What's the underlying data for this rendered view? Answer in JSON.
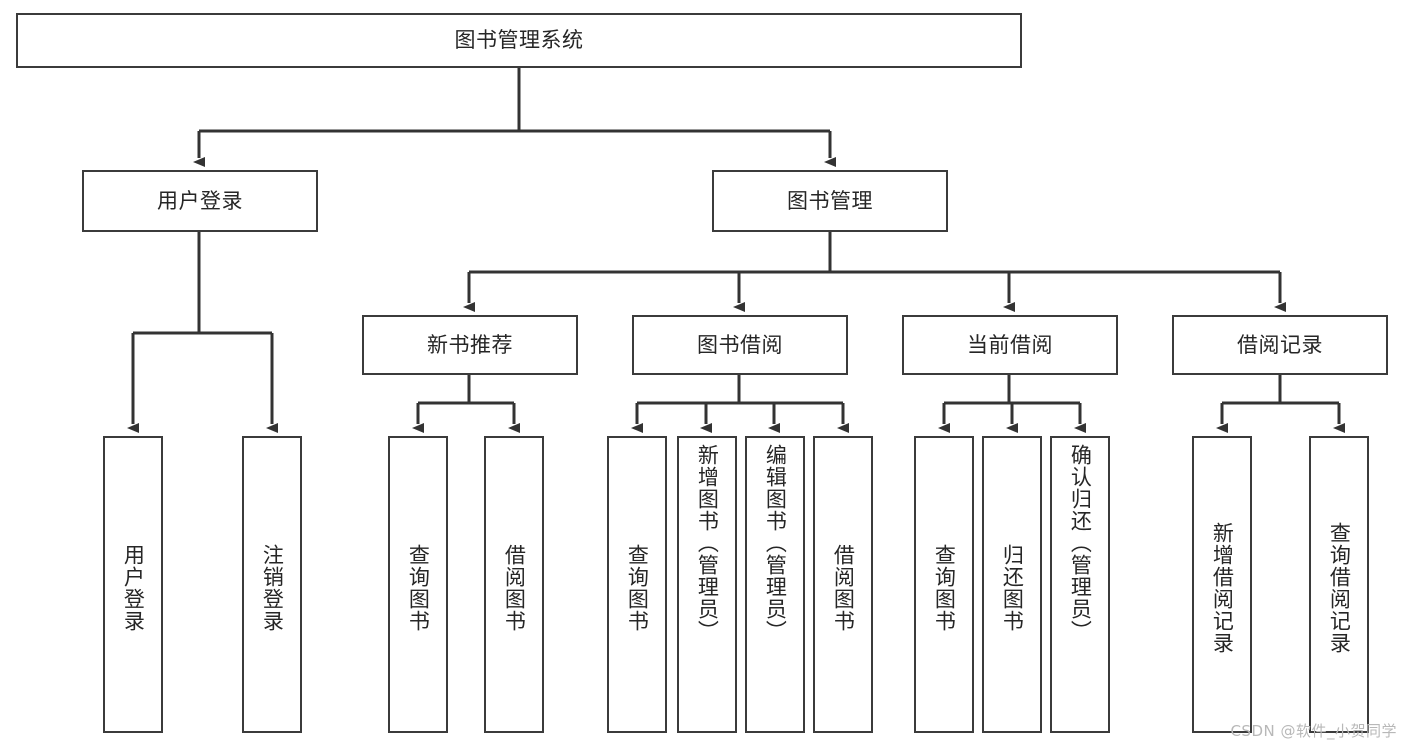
{
  "diagram": {
    "title": "图书管理系统",
    "type": "tree-hierarchy",
    "watermark": "CSDN @软件_小贺同学",
    "colors": {
      "box_border": "#3b3b3b",
      "box_fill": "#ffffff",
      "connector": "#333333",
      "text": "#262626",
      "watermark": "#b8b8b8"
    },
    "levels": {
      "level1": [
        {
          "id": "root",
          "label": "图书管理系统",
          "orientation": "horizontal"
        }
      ],
      "level2": [
        {
          "id": "user-login",
          "label": "用户登录",
          "orientation": "horizontal"
        },
        {
          "id": "book-manage",
          "label": "图书管理",
          "orientation": "horizontal"
        }
      ],
      "level3": [
        {
          "id": "new-book-recommend",
          "label": "新书推荐",
          "orientation": "horizontal"
        },
        {
          "id": "book-borrow",
          "label": "图书借阅",
          "orientation": "horizontal"
        },
        {
          "id": "current-borrow",
          "label": "当前借阅",
          "orientation": "horizontal"
        },
        {
          "id": "borrow-record",
          "label": "借阅记录",
          "orientation": "horizontal"
        }
      ],
      "leaves": [
        {
          "id": "leaf-user-login",
          "label": "用户登录",
          "parent": "user-login",
          "orientation": "vertical"
        },
        {
          "id": "leaf-logout-login",
          "label": "注销登录",
          "parent": "user-login",
          "orientation": "vertical"
        },
        {
          "id": "leaf-query-book-1",
          "label": "查询图书",
          "parent": "new-book-recommend",
          "orientation": "vertical"
        },
        {
          "id": "leaf-borrow-book-1",
          "label": "借阅图书",
          "parent": "new-book-recommend",
          "orientation": "vertical"
        },
        {
          "id": "leaf-query-book-2",
          "label": "查询图书",
          "parent": "book-borrow",
          "orientation": "vertical"
        },
        {
          "id": "leaf-add-book-admin",
          "label": "新增图书（管理员）",
          "parent": "book-borrow",
          "orientation": "vertical"
        },
        {
          "id": "leaf-edit-book-admin",
          "label": "编辑图书（管理员）",
          "parent": "book-borrow",
          "orientation": "vertical"
        },
        {
          "id": "leaf-borrow-book-2",
          "label": "借阅图书",
          "parent": "book-borrow",
          "orientation": "vertical"
        },
        {
          "id": "leaf-query-book-3",
          "label": "查询图书",
          "parent": "current-borrow",
          "orientation": "vertical"
        },
        {
          "id": "leaf-return-book",
          "label": "归还图书",
          "parent": "current-borrow",
          "orientation": "vertical"
        },
        {
          "id": "leaf-confirm-return-admin",
          "label": "确认归还（管理员）",
          "parent": "current-borrow",
          "orientation": "vertical"
        },
        {
          "id": "leaf-add-borrow-record",
          "label": "新增借阅记录",
          "parent": "borrow-record",
          "orientation": "vertical"
        },
        {
          "id": "leaf-query-borrow-record",
          "label": "查询借阅记录",
          "parent": "borrow-record",
          "orientation": "vertical"
        }
      ]
    }
  }
}
